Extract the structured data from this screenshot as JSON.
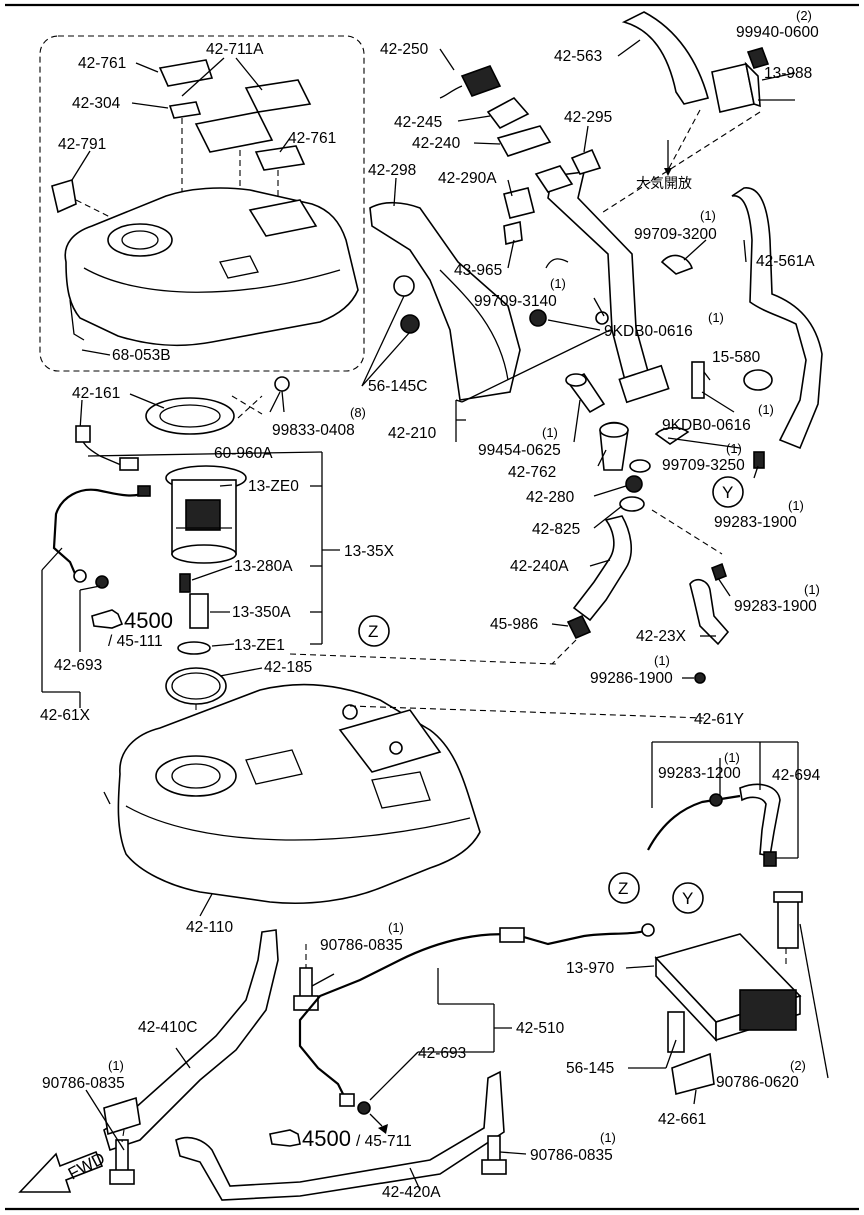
{
  "labels": {
    "l42_761_a": "42-761",
    "l42_711a": "42-711A",
    "l42_304": "42-304",
    "l42_761_b": "42-761",
    "l42_791": "42-791",
    "l68_053b": "68-053B",
    "l42_250": "42-250",
    "l42_245": "42-245",
    "l42_240": "42-240",
    "l42_563": "42-563",
    "l99940_0600": "99940-0600",
    "l13_988": "13-988",
    "l42_295": "42-295",
    "l42_298": "42-298",
    "l42_290a": "42-290A",
    "jp_vent": "大気開放",
    "l99709_3200": "99709-3200",
    "l42_561a": "42-561A",
    "l43_965": "43-965",
    "l99709_3140": "99709-3140",
    "l9kdb0_0616_a": "9KDB0-0616",
    "l15_580": "15-580",
    "l56_145c": "56-145C",
    "l9kdb0_0616_b": "9KDB0-0616",
    "l42_161": "42-161",
    "l99833_0408": "99833-0408",
    "l42_210": "42-210",
    "l99454_0625": "99454-0625",
    "l99709_3250": "99709-3250",
    "l60_960a": "60-960A",
    "l42_762": "42-762",
    "l13_ze0": "13-ZE0",
    "l42_280": "42-280",
    "l99283_1900_a": "99283-1900",
    "l42_825": "42-825",
    "l13_35x": "13-35X",
    "l42_240a": "42-240A",
    "l13_280a": "13-280A",
    "l99283_1900_b": "99283-1900",
    "l13_350a": "13-350A",
    "l45_986": "45-986",
    "l45_111": "/ 45-111",
    "l13_ze1": "13-ZE1",
    "l42_23x": "42-23X",
    "l42_693_a": "42-693",
    "l42_185": "42-185",
    "l99286_1900": "99286-1900",
    "l42_61x": "42-61X",
    "l42_61y": "42-61Y",
    "l99283_1200": "99283-1200",
    "l42_694": "42-694",
    "l42_110": "42-110",
    "l90786_0835_a": "90786-0835",
    "l13_970": "13-970",
    "l42_410c": "42-410C",
    "l42_510": "42-510",
    "l42_693_b": "42-693",
    "l56_145": "56-145",
    "l90786_0835_b": "90786-0835",
    "l90786_0620": "90786-0620",
    "l42_661": "42-661",
    "l45_711": "/ 45-711",
    "l90786_0835_c": "90786-0835",
    "l42_420a": "42-420A",
    "fwd": "FWD"
  },
  "quantities": {
    "q99940_0600": "(2)",
    "q99709_3200": "(1)",
    "q99709_3140": "(1)",
    "q9kdb0_0616_a": "(1)",
    "q99833_0408": "(8)",
    "q99454_0625": "(1)",
    "q9kdb0_0616_b": "(1)",
    "q99709_3250": "(1)",
    "q99283_1900_a": "(1)",
    "q99283_1900_b": "(1)",
    "q99286_1900": "(1)",
    "q99283_1200": "(1)",
    "q90786_0835_a": "(1)",
    "q90786_0835_b": "(1)",
    "q90786_0620": "(2)",
    "q90786_0835_c": "(1)"
  },
  "callouts": {
    "ref_4500_a": "4500",
    "ref_4500_b": "4500",
    "conn_z_a": "Z",
    "conn_z_b": "Z",
    "conn_y_a": "Y",
    "conn_y_b": "Y"
  }
}
